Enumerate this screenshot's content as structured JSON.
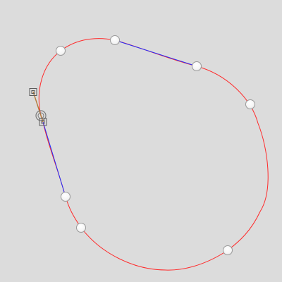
{
  "canvas": {
    "background_color": "#dcdcdc"
  },
  "curve": {
    "stroke_color": "#ff2a2a",
    "closed": true
  },
  "handle_lines": {
    "tangent_color": "#1f2bff",
    "active_color": "#b57a3a"
  },
  "anchor_points": {
    "count": 7,
    "fill_color": "#ffffff",
    "stroke_color": "#9a9a9a"
  },
  "selection": {
    "selected_anchor_count": 1,
    "selected_handle_count": 2,
    "handle_marker_color": "#5a5a5a"
  }
}
